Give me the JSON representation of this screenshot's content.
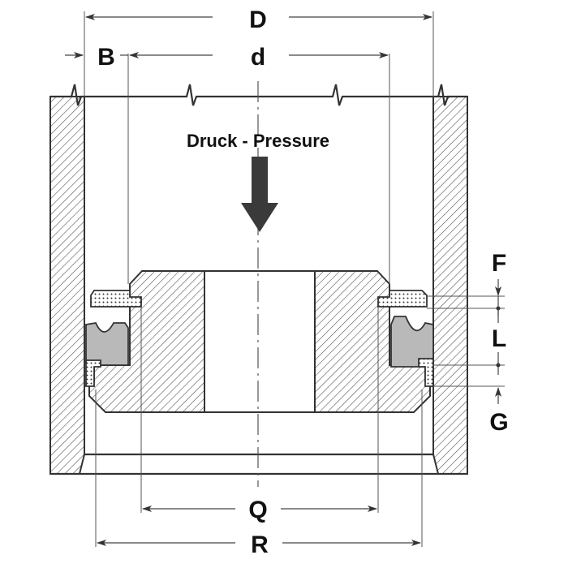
{
  "title": "Piston seal installation drawing",
  "pressure_label": "Druck - Pressure",
  "dimensions": {
    "D": "D",
    "d": "d",
    "B": "B",
    "F": "F",
    "L": "L",
    "G": "G",
    "Q": "Q",
    "R": "R"
  },
  "colors": {
    "line": "#333333",
    "seal_profile": "#b9b9b9",
    "arrow": "#3a3a3a",
    "background": "#ffffff"
  },
  "icons": {
    "pressure_arrow": "arrow-down-icon"
  }
}
